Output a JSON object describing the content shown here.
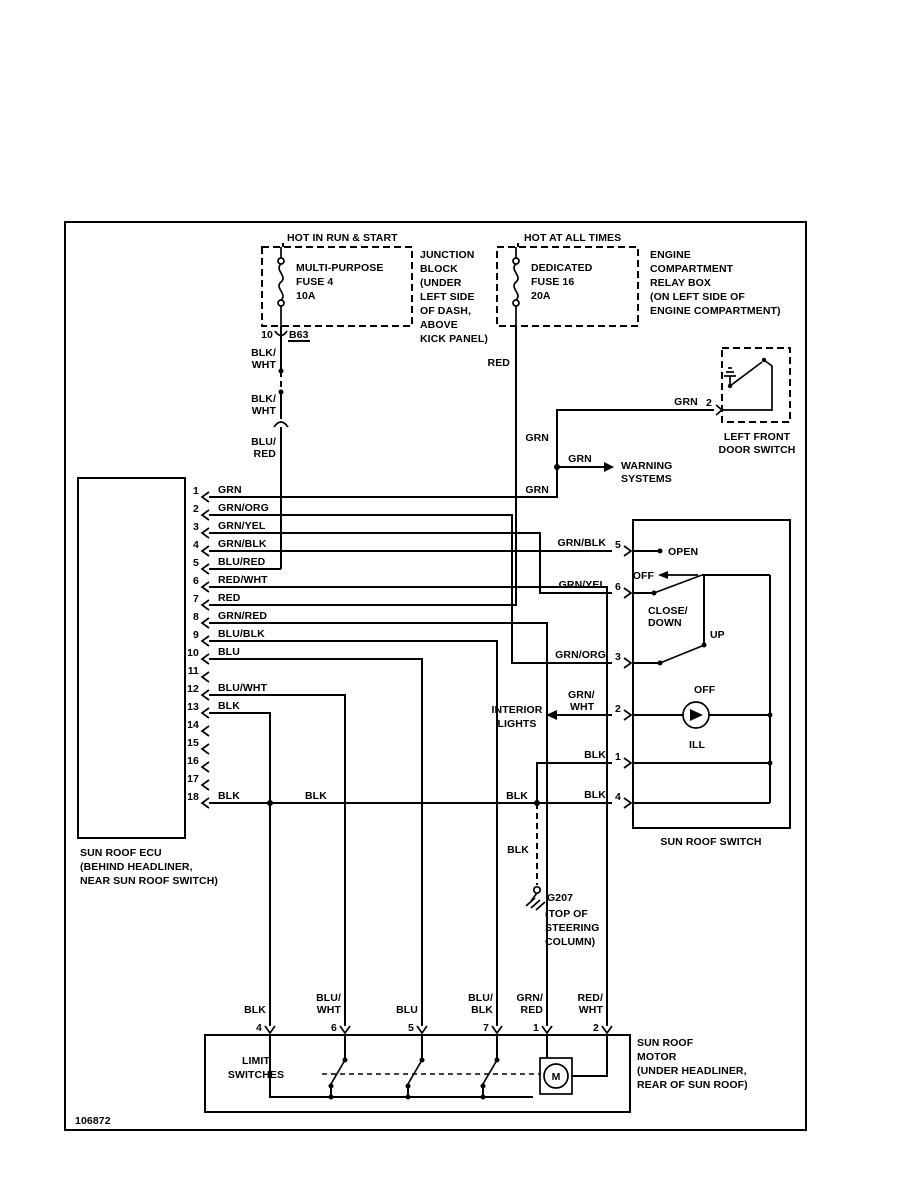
{
  "doc": {
    "number": "106872"
  },
  "power_left": {
    "rail": "HOT IN RUN & START",
    "fuse": [
      "MULTI-PURPOSE",
      "FUSE 4",
      "10A"
    ],
    "pin": "10",
    "connector": "B63",
    "wire_a": [
      "BLK/",
      "WHT"
    ],
    "wire_b": [
      "BLK/",
      "WHT"
    ],
    "wire_c": [
      "BLU/",
      "RED"
    ]
  },
  "junction_block": [
    "JUNCTION",
    "BLOCK",
    "(UNDER",
    "LEFT SIDE",
    "OF DASH,",
    "ABOVE",
    "KICK PANEL)"
  ],
  "power_right": {
    "rail": "HOT AT ALL TIMES",
    "fuse": [
      "DEDICATED",
      "FUSE 16",
      "20A"
    ],
    "wire": "RED"
  },
  "relay_box": [
    "ENGINE",
    "COMPARTMENT",
    "RELAY BOX",
    "(ON LEFT SIDE OF",
    "ENGINE COMPARTMENT)"
  ],
  "door_switch": {
    "wire": "GRN",
    "pin": "2",
    "caption": [
      "LEFT FRONT",
      "DOOR SWITCH"
    ]
  },
  "warning": {
    "wire_upper": "GRN",
    "branch": "GRN",
    "wire_lower": "GRN",
    "target": [
      "WARNING",
      "SYSTEMS"
    ]
  },
  "ecu": {
    "caption": [
      "SUN ROOF ECU",
      "(BEHIND HEADLINER,",
      "NEAR SUN ROOF SWITCH)"
    ],
    "pins": [
      {
        "num": "1",
        "color": "GRN"
      },
      {
        "num": "2",
        "color": "GRN/ORG"
      },
      {
        "num": "3",
        "color": "GRN/YEL"
      },
      {
        "num": "4",
        "color": "GRN/BLK"
      },
      {
        "num": "5",
        "color": "BLU/RED"
      },
      {
        "num": "6",
        "color": "RED/WHT"
      },
      {
        "num": "7",
        "color": "RED"
      },
      {
        "num": "8",
        "color": "GRN/RED"
      },
      {
        "num": "9",
        "color": "BLU/BLK"
      },
      {
        "num": "10",
        "color": "BLU"
      },
      {
        "num": "11",
        "color": ""
      },
      {
        "num": "12",
        "color": "BLU/WHT"
      },
      {
        "num": "13",
        "color": "BLK"
      },
      {
        "num": "14",
        "color": ""
      },
      {
        "num": "15",
        "color": ""
      },
      {
        "num": "16",
        "color": ""
      },
      {
        "num": "17",
        "color": ""
      },
      {
        "num": "18",
        "color": "BLK"
      }
    ]
  },
  "blk_run": {
    "mid": "BLK",
    "near_ground": "BLK"
  },
  "ground": {
    "wire": "BLK",
    "name": "G207",
    "caption": [
      "(TOP OF",
      "STEERING",
      "COLUMN)"
    ]
  },
  "interior_lights": [
    "INTERIOR",
    "LIGHTS"
  ],
  "sunroof_switch": {
    "caption": "SUN ROOF SWITCH",
    "pins": [
      {
        "num": "5",
        "wire": "GRN/BLK"
      },
      {
        "num": "6",
        "wire": "GRN/YEL"
      },
      {
        "num": "3",
        "wire": "GRN/ORG"
      },
      {
        "num": "2",
        "wire": [
          "GRN/",
          "WHT"
        ]
      },
      {
        "num": "1",
        "wire": "BLK"
      },
      {
        "num": "4",
        "wire": "BLK"
      }
    ],
    "internal": {
      "open": "OPEN",
      "off_a": "OFF",
      "close": [
        "CLOSE/",
        "DOWN"
      ],
      "up": "UP",
      "off_b": "OFF",
      "ill": "ILL"
    }
  },
  "motor": {
    "box_label": [
      "LIMIT",
      "SWITCHES"
    ],
    "caption": [
      "SUN ROOF",
      "MOTOR",
      "(UNDER HEADLINER,",
      "REAR OF SUN ROOF)"
    ],
    "symbol": "M",
    "pins": [
      {
        "num": "4",
        "wire": [
          "",
          "BLK"
        ]
      },
      {
        "num": "6",
        "wire": [
          "BLU/",
          "WHT"
        ]
      },
      {
        "num": "5",
        "wire": [
          "",
          "BLU"
        ]
      },
      {
        "num": "7",
        "wire": [
          "BLU/",
          "BLK"
        ]
      },
      {
        "num": "1",
        "wire": [
          "GRN/",
          "RED"
        ]
      },
      {
        "num": "2",
        "wire": [
          "RED/",
          "WHT"
        ]
      }
    ]
  }
}
